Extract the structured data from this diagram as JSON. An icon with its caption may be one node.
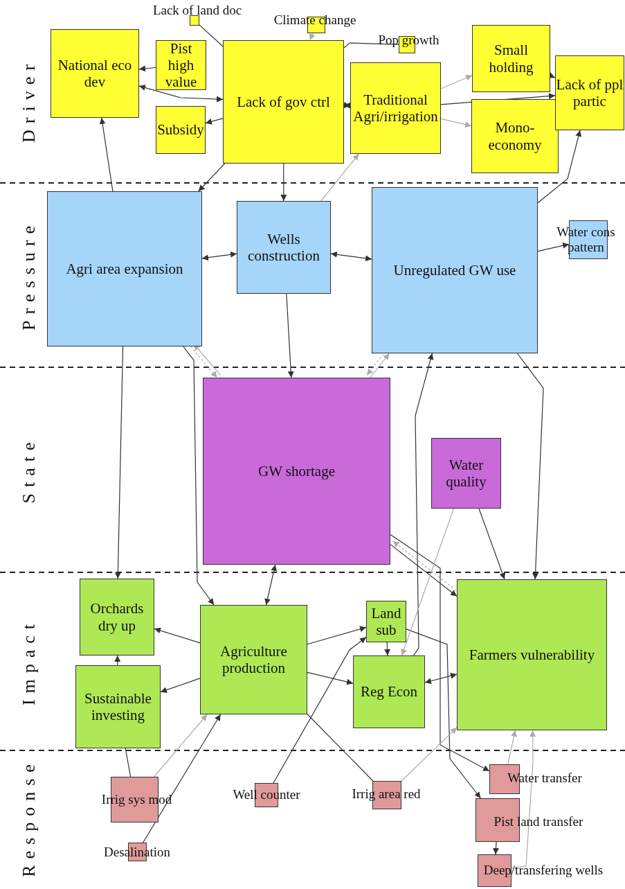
{
  "diagram": {
    "nodes": [
      {
        "text": [
          "National eco dev"
        ]
      },
      {
        "text": [
          "Pist high value"
        ]
      },
      {
        "text": [
          "Lack of land doc"
        ]
      },
      {
        "text": [
          "Climate change"
        ]
      },
      {
        "text": [
          "Lack of gov ctrl"
        ]
      },
      {
        "text": [
          "Pop growth"
        ]
      },
      {
        "text": [
          "Subsidy"
        ]
      },
      {
        "text": [
          "Traditional Agri/irrigation"
        ]
      },
      {
        "text": [
          "Small holding"
        ]
      },
      {
        "text": [
          "Mono-economy"
        ]
      },
      {
        "text": [
          "Lack of ppl partic"
        ]
      },
      {
        "text": [
          "Agri area expansion"
        ]
      },
      {
        "text": [
          "Wells construction"
        ]
      },
      {
        "text": [
          "Unregulated GW use"
        ]
      },
      {
        "text": [
          "Water cons pattern"
        ]
      },
      {
        "text": [
          "GW shortage"
        ]
      },
      {
        "text": [
          "Water quality"
        ]
      },
      {
        "text": [
          "Orchards dry up"
        ]
      },
      {
        "text": [
          "Agriculture production"
        ]
      },
      {
        "text": [
          "Land sub"
        ]
      },
      {
        "text": [
          "Sustainable investing"
        ]
      },
      {
        "text": [
          "Reg Econ"
        ]
      },
      {
        "text": [
          "Farmers vulnerability"
        ]
      },
      {
        "text": [
          "Irrig sys mod"
        ]
      },
      {
        "text": [
          "Well counter"
        ]
      },
      {
        "text": [
          "Irrig area red"
        ]
      },
      {
        "text": [
          "Water transfer"
        ]
      },
      {
        "text": [
          "Pist land transfer"
        ]
      },
      {
        "text": [
          "Desalination"
        ]
      },
      {
        "text": [
          "Deep/transfering wells"
        ]
      }
    ],
    "edges": [
      {
        "from": 1,
        "to": 0,
        "arrow": "to"
      },
      {
        "from": 0,
        "to": 4,
        "arrow": "both"
      },
      {
        "from": 4,
        "to": 6,
        "arrow": "to"
      },
      {
        "from": 7,
        "to": 4,
        "arrow": "both"
      },
      {
        "from": 7,
        "to": 10,
        "arrow": "to"
      },
      {
        "from": 8,
        "to": 10,
        "arrow": "to"
      },
      {
        "from": 2,
        "to": 4,
        "arrow": "none"
      },
      {
        "from": 5,
        "to": 4,
        "arrow": "none"
      },
      {
        "from": 13,
        "to": 10,
        "arrow": "to"
      },
      {
        "from": 13,
        "to": 14,
        "arrow": "to"
      },
      {
        "from": 12,
        "to": 11,
        "arrow": "both"
      },
      {
        "from": 12,
        "to": 13,
        "arrow": "both"
      },
      {
        "from": 4,
        "to": 11,
        "arrow": "to"
      },
      {
        "from": 4,
        "to": 12,
        "arrow": "to"
      },
      {
        "from": 11,
        "to": 17,
        "arrow": "to"
      },
      {
        "from": 11,
        "to": 0,
        "arrow": "to"
      },
      {
        "from": 11,
        "to": 18,
        "arrow": "to"
      },
      {
        "from": 12,
        "to": 15,
        "arrow": "to"
      },
      {
        "from": 15,
        "to": 18,
        "arrow": "both"
      },
      {
        "from": 15,
        "to": 22,
        "arrow": "to"
      },
      {
        "from": 13,
        "to": 22,
        "arrow": "to"
      },
      {
        "from": 16,
        "to": 22,
        "arrow": "to"
      },
      {
        "from": 21,
        "to": 13,
        "arrow": "to"
      },
      {
        "from": 18,
        "to": 20,
        "arrow": "to"
      },
      {
        "from": 18,
        "to": 17,
        "arrow": "to"
      },
      {
        "from": 20,
        "to": 17,
        "arrow": "to"
      },
      {
        "from": 18,
        "to": 21,
        "arrow": "to"
      },
      {
        "from": 19,
        "to": 21,
        "arrow": "to"
      },
      {
        "from": 18,
        "to": 19,
        "arrow": "to"
      },
      {
        "from": 21,
        "to": 22,
        "arrow": "both"
      },
      {
        "from": 24,
        "to": 19,
        "arrow": "to"
      },
      {
        "from": 28,
        "to": 18,
        "arrow": "to"
      },
      {
        "from": 23,
        "to": 20,
        "arrow": "none"
      },
      {
        "from": 25,
        "to": 18,
        "arrow": "none"
      },
      {
        "from": 15,
        "to": 26,
        "arrow": "to"
      },
      {
        "from": 19,
        "to": 27,
        "arrow": "to"
      },
      {
        "from": 27,
        "to": 29,
        "arrow": "to"
      },
      {
        "from": 29,
        "to": 22,
        "arrow": "to",
        "color": "#aaaaaa"
      },
      {
        "from": 26,
        "to": 22,
        "arrow": "to",
        "color": "#aaaaaa"
      },
      {
        "from": 11,
        "to": 15,
        "arrow": "to",
        "color": "#aaaaaa",
        "style": "dashed"
      },
      {
        "from": 15,
        "to": 13,
        "arrow": "to",
        "color": "#aaaaaa"
      },
      {
        "from": 13,
        "to": 15,
        "arrow": "to",
        "color": "#aaaaaa",
        "style": "dashed"
      },
      {
        "from": 7,
        "to": 9,
        "arrow": "to",
        "color": "#aaaaaa"
      },
      {
        "from": 7,
        "to": 8,
        "arrow": "to",
        "color": "#aaaaaa"
      },
      {
        "from": 3,
        "to": 4,
        "arrow": "to",
        "color": "#aaaaaa",
        "style": "dashed"
      },
      {
        "from": 12,
        "to": 7,
        "arrow": "to",
        "color": "#aaaaaa"
      },
      {
        "from": 15,
        "to": 11,
        "arrow": "to",
        "color": "#aaaaaa"
      },
      {
        "from": 23,
        "to": 18,
        "arrow": "to",
        "color": "#aaaaaa"
      },
      {
        "from": 25,
        "to": 22,
        "arrow": "to",
        "color": "#aaaaaa"
      },
      {
        "from": 16,
        "to": 21,
        "arrow": "to",
        "color": "#aaaaaa"
      },
      {
        "from": 22,
        "to": 15,
        "arrow": "to",
        "color": "#aaaaaa",
        "style": "dashed"
      }
    ],
    "labels": [
      "Driver",
      "Pressure",
      "State",
      "Impact",
      "Response"
    ]
  }
}
